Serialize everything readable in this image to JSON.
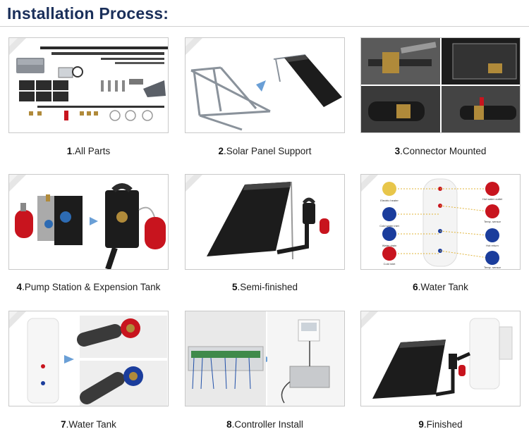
{
  "header": {
    "title": "Installation Process:"
  },
  "steps": [
    {
      "num": "1",
      "label": ".All Parts"
    },
    {
      "num": "2",
      "label": ".Solar Panel Support"
    },
    {
      "num": "3",
      "label": ".Connector Mounted"
    },
    {
      "num": "4",
      "label": ".Pump Station & Expension Tank"
    },
    {
      "num": "5",
      "label": ".Semi-finished"
    },
    {
      "num": "6",
      "label": ".Water Tank"
    },
    {
      "num": "7",
      "label": ".Water Tank"
    },
    {
      "num": "8",
      "label": ".Controller Install"
    },
    {
      "num": "9",
      "label": ".Finished"
    }
  ],
  "tank_diagram": {
    "left_labels": [
      "Electric heater",
      "Cold water inlet",
      "Water drain",
      "Cold inlet"
    ],
    "right_labels": [
      "Hot water outlet",
      "Temp. sensor",
      "Hot return",
      "Temp. sensor"
    ]
  },
  "colors": {
    "title": "#1a2f5a",
    "accent_arrow": "#6a9fd6",
    "panel": "#1c1c1c",
    "tank_red": "#c8141e",
    "tank_blue": "#1b3d9c"
  }
}
